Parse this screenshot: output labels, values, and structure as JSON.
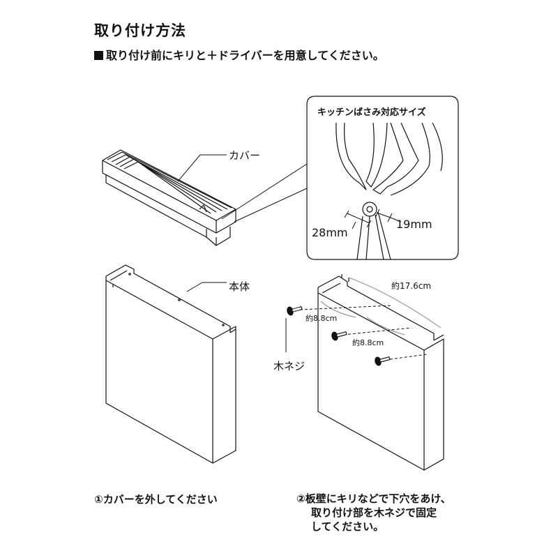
{
  "title": "取り付け方法",
  "subtitle": "取り付け前にキリと＋ドライバーを用意してください。",
  "labels": {
    "cover": "カバー",
    "body": "本体",
    "screw": "木ネジ"
  },
  "inset": {
    "title": "キッチンばさみ対応サイズ",
    "dim_left": "28mm",
    "dim_right": "19mm"
  },
  "dimensions": {
    "top_length": "約17.6cm",
    "spacing_1": "約8.8cm",
    "spacing_2": "約8.8cm"
  },
  "steps": {
    "step1": "①カバーを外してください",
    "step2_line1": "②板壁にキリなどで下穴をあけ、",
    "step2_line2": "取り付け部を木ネジで固定",
    "step2_line3": "してください。"
  },
  "colors": {
    "line": "#111111",
    "bracket_gray": "#9a9a9a"
  }
}
